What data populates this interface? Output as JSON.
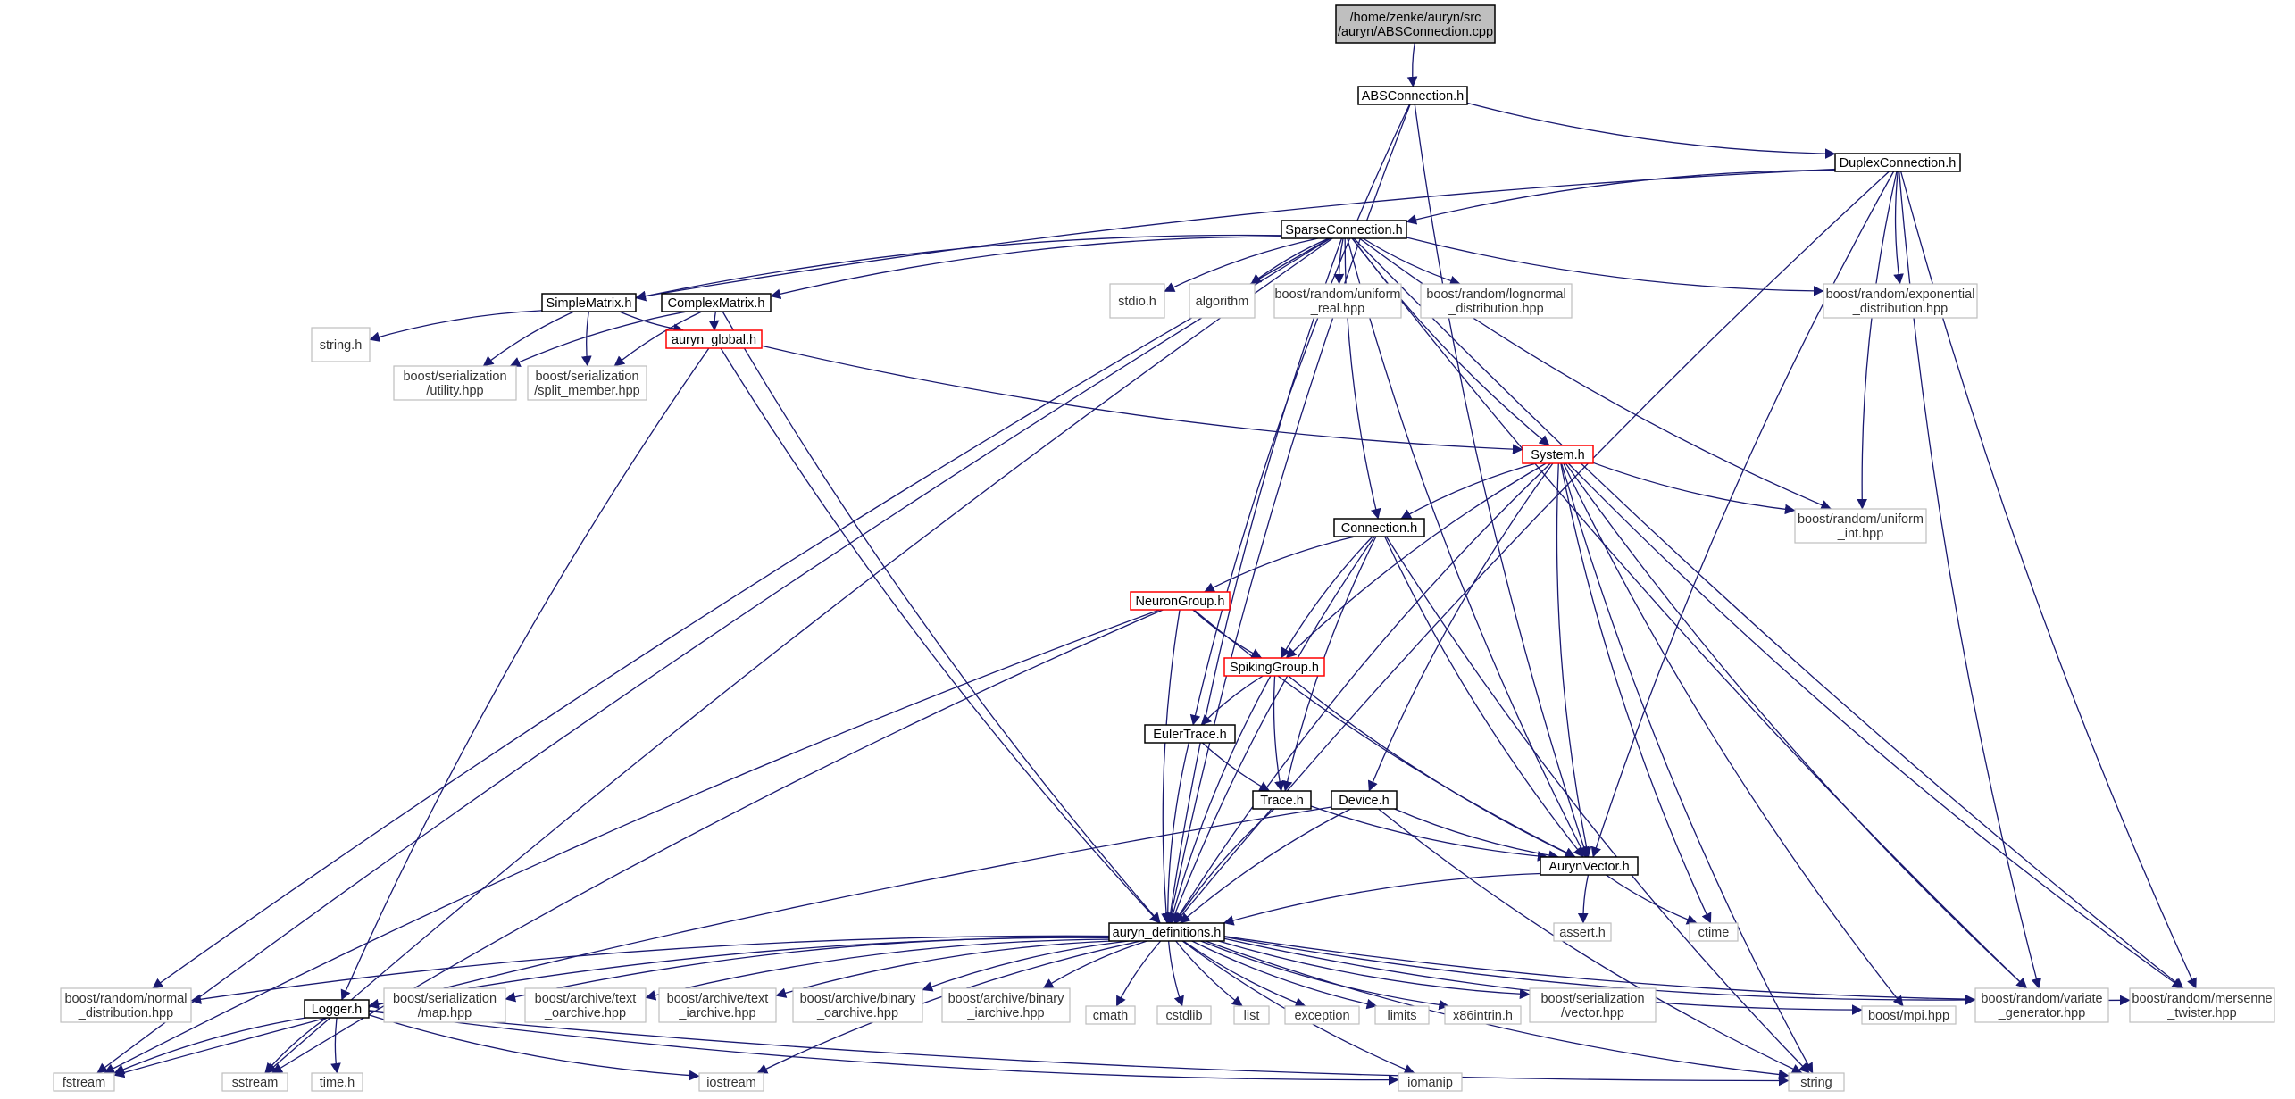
{
  "nodes": {
    "root": "/home/zenke/auryn/src\n/auryn/ABSConnection.cpp",
    "absconnection_h": "ABSConnection.h",
    "duplexconnection_h": "DuplexConnection.h",
    "sparseconnection_h": "SparseConnection.h",
    "simplematrix_h": "SimpleMatrix.h",
    "complexmatrix_h": "ComplexMatrix.h",
    "auryn_global_h": "auryn_global.h",
    "system_h": "System.h",
    "connection_h": "Connection.h",
    "neurongroup_h": "NeuronGroup.h",
    "spikinggroup_h": "SpikingGroup.h",
    "eulertrace_h": "EulerTrace.h",
    "trace_h": "Trace.h",
    "device_h": "Device.h",
    "aurynvector_h": "AurynVector.h",
    "auryn_definitions_h": "auryn_definitions.h",
    "logger_h": "Logger.h",
    "stdio_h": "stdio.h",
    "algorithm": "algorithm",
    "uniform_real": "boost/random/uniform\n_real.hpp",
    "lognormal": "boost/random/lognormal\n_distribution.hpp",
    "exponential": "boost/random/exponential\n_distribution.hpp",
    "string_h": "string.h",
    "ser_utility": "boost/serialization\n/utility.hpp",
    "ser_split_member": "boost/serialization\n/split_member.hpp",
    "uniform_int": "boost/random/uniform\n_int.hpp",
    "assert_h": "assert.h",
    "ctime": "ctime",
    "normal_dist": "boost/random/normal\n_distribution.hpp",
    "ser_map": "boost/serialization\n/map.hpp",
    "text_oarchive": "boost/archive/text\n_oarchive.hpp",
    "text_iarchive": "boost/archive/text\n_iarchive.hpp",
    "binary_oarchive": "boost/archive/binary\n_oarchive.hpp",
    "binary_iarchive": "boost/archive/binary\n_iarchive.hpp",
    "cmath": "cmath",
    "cstdlib": "cstdlib",
    "list": "list",
    "exception": "exception",
    "limits": "limits",
    "x86intrin_h": "x86intrin.h",
    "ser_vector": "boost/serialization\n/vector.hpp",
    "mpi": "boost/mpi.hpp",
    "variate_gen": "boost/random/variate\n_generator.hpp",
    "mersenne": "boost/random/mersenne\n_twister.hpp",
    "fstream": "fstream",
    "sstream": "sstream",
    "time_h": "time.h",
    "iostream": "iostream",
    "iomanip": "iomanip",
    "string": "string"
  },
  "colors": {
    "edge": "#191970",
    "root_fill": "#bfbfbf",
    "node_border": "#000000",
    "truncated_border": "#ff0000",
    "external_border": "#bfbfbf"
  }
}
